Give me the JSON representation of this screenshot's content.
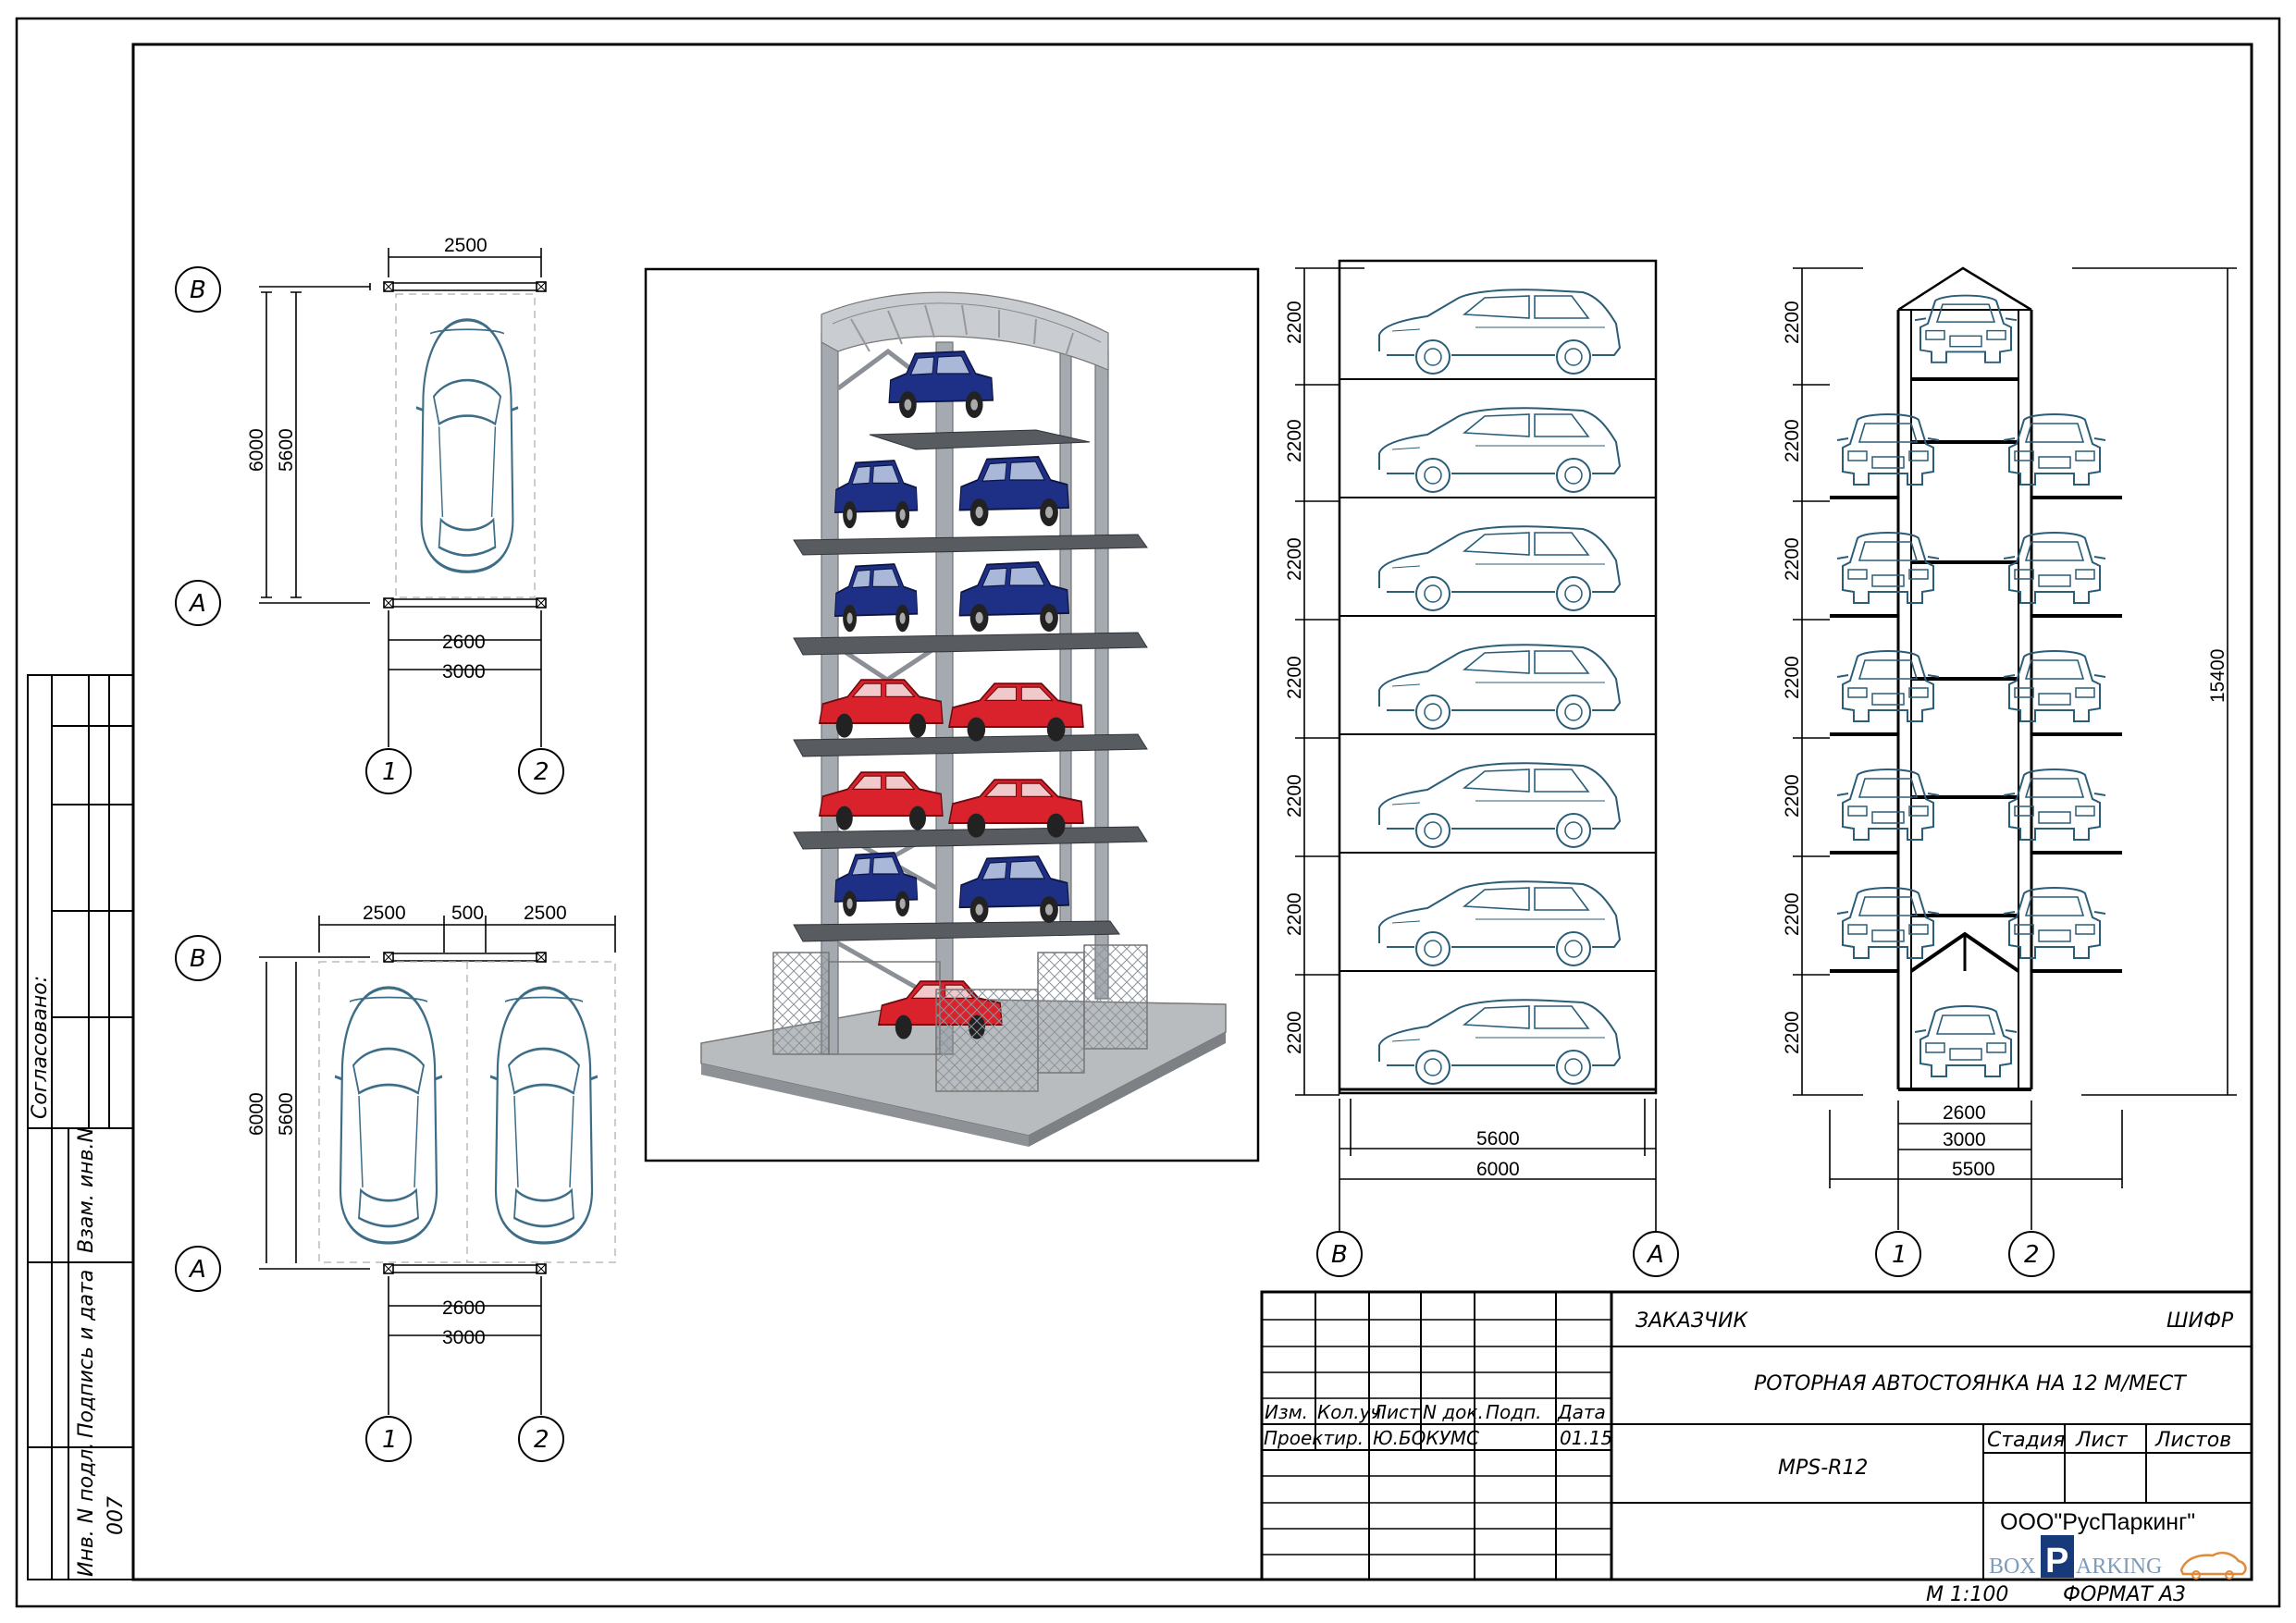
{
  "plan_single": {
    "width_top": "2500",
    "height_outer": "6000",
    "height_inner": "5600",
    "width_inner": "2600",
    "width_outer": "3000",
    "axes": [
      "B",
      "A",
      "1",
      "2"
    ]
  },
  "plan_double": {
    "width_left": "2500",
    "gap": "500",
    "width_right": "2500",
    "height_outer": "6000",
    "height_inner": "5600",
    "width_inner": "2600",
    "width_outer": "3000",
    "axes": [
      "B",
      "A",
      "1",
      "2"
    ]
  },
  "side_view": {
    "levels": [
      "2200",
      "2200",
      "2200",
      "2200",
      "2200",
      "2200",
      "2200"
    ],
    "width_inner": "5600",
    "width_outer": "6000",
    "axes": [
      "B",
      "A"
    ]
  },
  "front_view": {
    "levels": [
      "2200",
      "2200",
      "2200",
      "2200",
      "2200",
      "2200",
      "2200"
    ],
    "total_height": "15400",
    "width_inner": "2600",
    "width_mid": "3000",
    "width_outer": "5500",
    "axes": [
      "1",
      "2"
    ]
  },
  "left_margin": {
    "approved": "Согласовано:",
    "replace_inv": "Взам. инв.N",
    "sign_date": "Подпись и дата",
    "inv_orig": "Инв. N подл.",
    "inv_value": "007"
  },
  "title_block": {
    "customer": "ЗАКАЗЧИК",
    "cipher": "ШИФР",
    "project_title": "РОТОРНАЯ АВТОСТОЯНКА НА 12 М/МЕСТ",
    "col_izm": "Изм.",
    "col_kol": "Кол.уч",
    "col_list": "Лист",
    "col_ndok": "N док.",
    "col_podp": "Подп.",
    "col_date": "Дата",
    "role_design": "Проектир.",
    "designer": "Ю.БОКУМС",
    "design_date": "01.15",
    "model": "MPS-R12",
    "stage": "Стадия",
    "sheet": "Лист",
    "sheets": "Листов",
    "company": "ООО\"РусПаркинг\"",
    "logo_box": "BOX",
    "logo_p": "P",
    "logo_arking": "ARKING",
    "scale": "М 1:100",
    "format": "ФОРМАТ А3"
  },
  "colors": {
    "car_blue": "#1e2f86",
    "car_red": "#d9222b",
    "steel": "#9aa0a6",
    "platform": "#5d6166",
    "drawing_car": "#2a5d78"
  }
}
